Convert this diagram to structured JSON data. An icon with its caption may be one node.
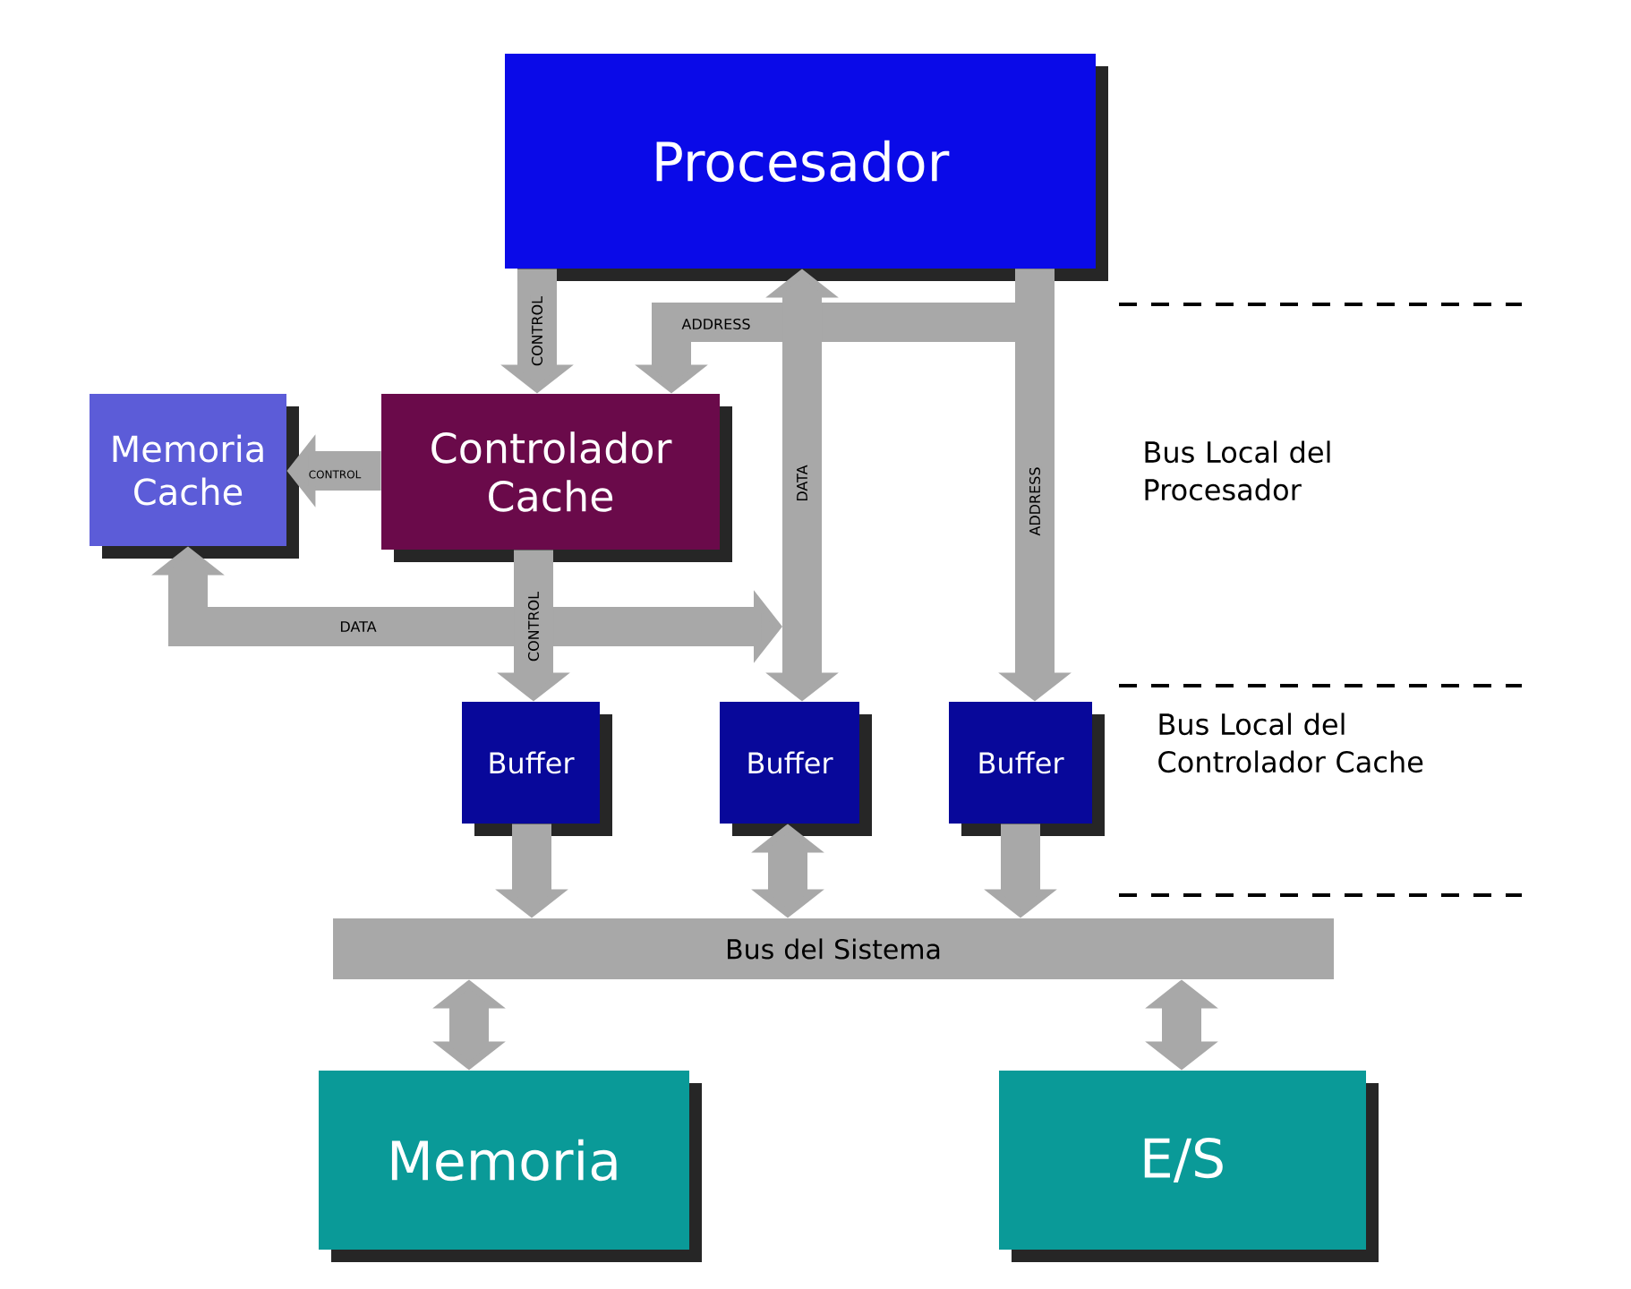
{
  "diagram": {
    "nodes": [
      {
        "text": [
          "Procesador"
        ]
      },
      {
        "text": [
          "Memoria Cache"
        ]
      },
      {
        "text": [
          "Controlador Cache"
        ]
      },
      {
        "text": [
          "Buffer"
        ]
      },
      {
        "text": [
          "Buffer"
        ]
      },
      {
        "text": [
          "Buffer"
        ]
      },
      {
        "text": [
          "Bus del Sistema"
        ]
      },
      {
        "text": [
          "Memoria"
        ]
      },
      {
        "text": [
          "E/S"
        ]
      }
    ],
    "edges": [
      {
        "from": 0,
        "to": 2,
        "arrow": "to",
        "label": "CONTROL"
      },
      {
        "from": 0,
        "to": 2,
        "arrow": "to",
        "label": "ADDRESS"
      },
      {
        "from": 0,
        "to": 5,
        "arrow": "to",
        "label": "ADDRESS"
      },
      {
        "from": 0,
        "to": 4,
        "arrow": "both",
        "label": "DATA"
      },
      {
        "from": 2,
        "to": 1,
        "arrow": "to",
        "label": "CONTROL"
      },
      {
        "from": 1,
        "to": null,
        "arrow": "both",
        "label": "DATA"
      },
      {
        "from": 2,
        "to": 3,
        "arrow": "to",
        "label": "CONTROL"
      },
      {
        "from": 3,
        "to": 6,
        "arrow": "to"
      },
      {
        "from": 4,
        "to": 6,
        "arrow": "both"
      },
      {
        "from": 5,
        "to": 6,
        "arrow": "to"
      },
      {
        "from": 6,
        "to": 7,
        "arrow": "both"
      },
      {
        "from": 6,
        "to": 8,
        "arrow": "both"
      }
    ],
    "labels": [
      "Bus Local del Procesador",
      "Bus Local del Controlador Cache"
    ]
  }
}
